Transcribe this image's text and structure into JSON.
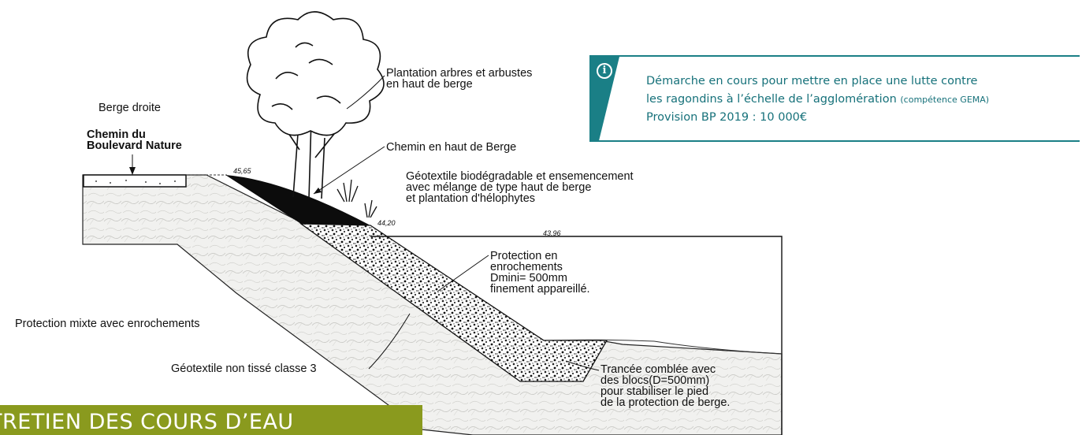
{
  "diagram": {
    "labels": {
      "berge_droite": "Berge droite",
      "chemin_boulevard": [
        "Chemin du",
        "Boulevard Nature"
      ],
      "plantation": [
        "Plantation arbres et arbustes",
        "en haut de berge"
      ],
      "chemin_haut": "Chemin en haut de Berge",
      "geotextile_bio": [
        "Géotextile biodégradable et ensemencement",
        "avec mélange de type haut de berge",
        "et plantation d'hélophytes"
      ],
      "protection_enrochements": [
        "Protection en",
        "enrochements",
        "Dmini= 500mm",
        "finement appareillé."
      ],
      "protection_mixte": "Protection mixte avec enrochements",
      "geotextile_non_tisse": "Géotextile non tissé classe 3",
      "trancee": [
        "Trancée comblée avec",
        "des blocs(D=500mm)",
        "pour stabiliser le pied",
        "de la protection de berge."
      ]
    },
    "elevations": {
      "top_left": "45,65",
      "berm": "44,20",
      "water": "43,96"
    }
  },
  "info_box": {
    "icon": "info-icon",
    "accent_color": "#1a7f86",
    "line1": "Démarche en cours pour mettre en place une lutte contre",
    "line2_main": "les ragondins à l’échelle de l’agglomération",
    "line2_note": "(compétence GEMA)",
    "line3": "Provision BP 2019 : 10 000€"
  },
  "section_banner": {
    "title": "TRETIEN DES COURS D’EAU",
    "color": "#8a9a1e"
  }
}
